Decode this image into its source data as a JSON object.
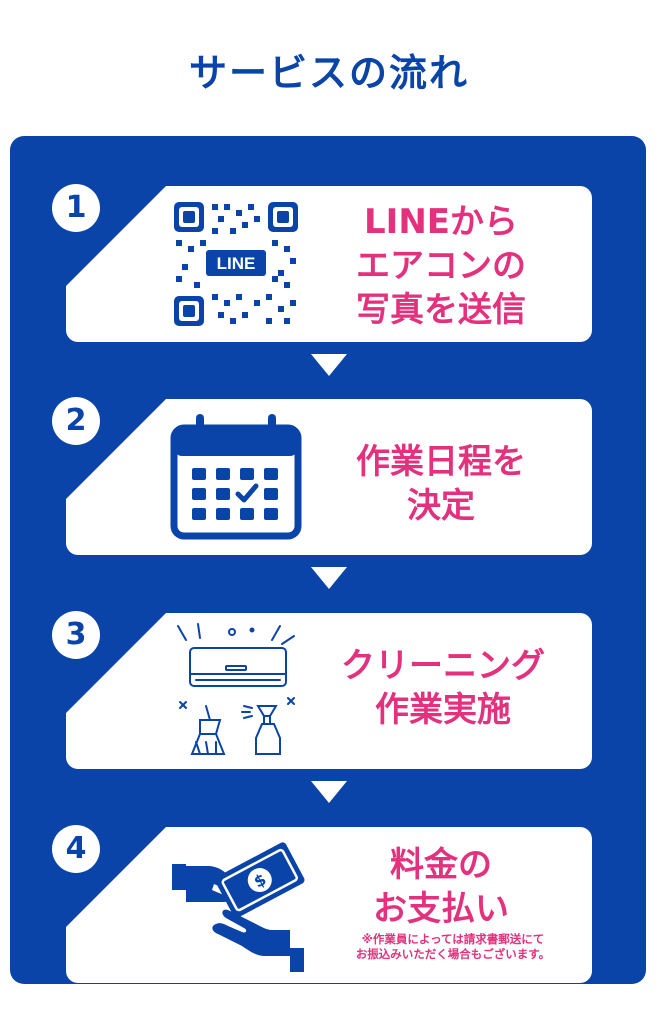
{
  "title": "サービスの流れ",
  "steps": [
    {
      "number": "1",
      "lines": [
        "LINEから",
        "エアコンの",
        "写真を送信"
      ],
      "icon": "qr-code-icon",
      "qr_label": "LINE"
    },
    {
      "number": "2",
      "lines": [
        "作業日程を",
        "決定"
      ],
      "icon": "calendar-icon"
    },
    {
      "number": "3",
      "lines": [
        "クリーニング",
        "作業実施"
      ],
      "icon": "air-conditioner-cleaning-icon"
    },
    {
      "number": "4",
      "lines": [
        "料金の",
        "お支払い"
      ],
      "icon": "payment-hand-icon",
      "note": [
        "※作業員によっては請求書郵送にて",
        "お振込みいただく場合もございます。"
      ]
    }
  ],
  "colors": {
    "brand_blue": "#0a44a8",
    "accent_pink": "#e3317d",
    "card": "#ffffff"
  }
}
